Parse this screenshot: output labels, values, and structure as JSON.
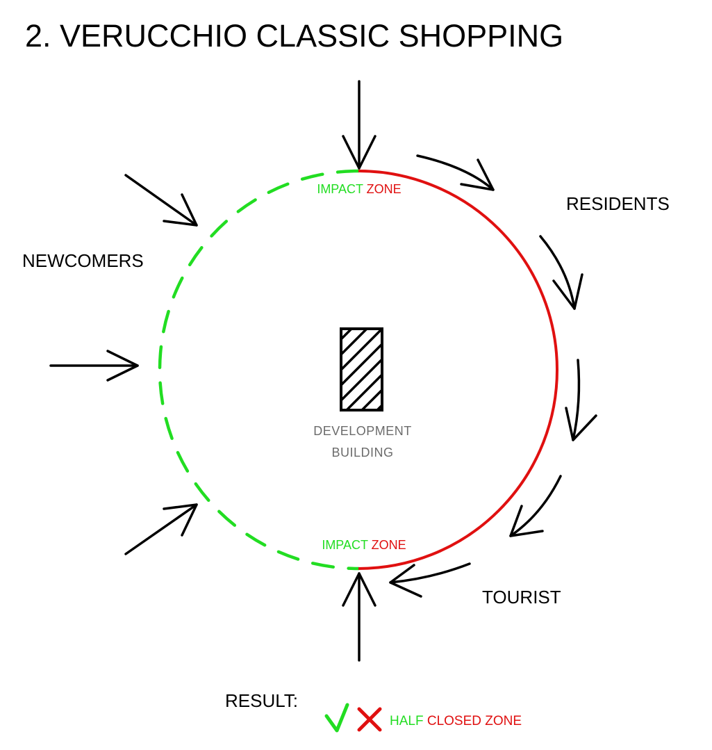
{
  "title": "2. VERUCCHIO CLASSIC SHOPPING",
  "labels": {
    "residents": "RESIDENTS",
    "newcomers": "NEWCOMERS",
    "tourist": "TOURIST"
  },
  "impact_zone_top": {
    "impact": "IMPACT",
    "zone": "ZONE"
  },
  "impact_zone_bottom": {
    "impact": "IMPACT",
    "zone": "ZONE"
  },
  "development": {
    "line1": "DEVELOPMENT",
    "line2": "BUILDING"
  },
  "result": {
    "label": "RESULT:",
    "half": "HALF",
    "closed_zone": "CLOSED ZONE"
  },
  "colors": {
    "open_side": "#22dd22",
    "closed_side": "#e01010",
    "label_gray": "#6b6b6b",
    "ink": "#000000"
  },
  "icons": {
    "result_open": "check-icon",
    "result_closed": "cross-icon",
    "building": "hatched-building-icon"
  }
}
